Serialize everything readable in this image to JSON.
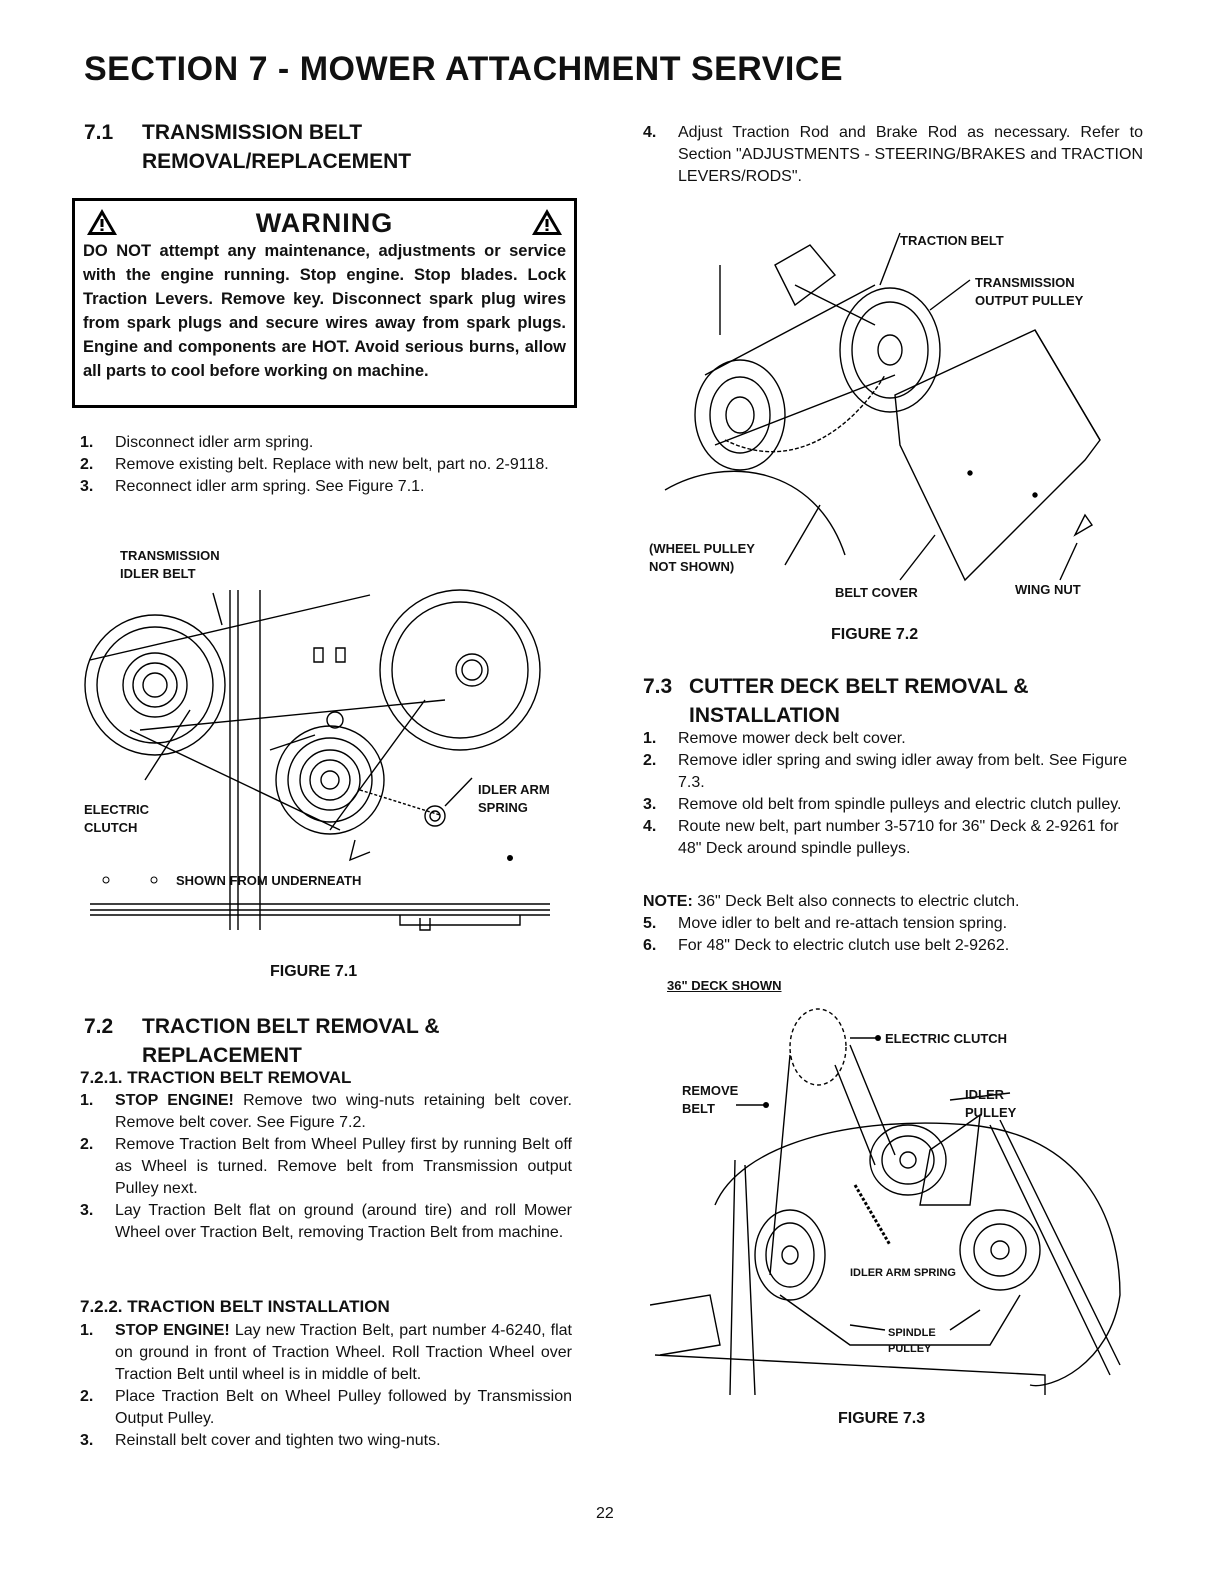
{
  "page_title": "SECTION 7 - MOWER ATTACHMENT SERVICE",
  "s71": {
    "num": "7.1",
    "title_line1": "TRANSMISSION BELT",
    "title_line2": "REMOVAL/REPLACEMENT"
  },
  "warning": {
    "title": "WARNING",
    "text": "DO NOT attempt any maintenance, adjustments or service with the engine running. Stop engine. Stop blades. Lock Traction Levers. Remove key. Disconnect spark plug wires from spark plugs and secure wires away from spark plugs. Engine and components are HOT. Avoid serious burns, allow all parts to cool before working on machine."
  },
  "s71_steps": [
    {
      "n": "1.",
      "text": "Disconnect idler arm spring."
    },
    {
      "n": "2.",
      "text": "Remove existing belt. Replace with new belt, part no. 2-9118."
    },
    {
      "n": "3.",
      "text": "Reconnect idler arm spring. See Figure 7.1."
    }
  ],
  "fig71": {
    "label_trans1": "TRANSMISSION",
    "label_trans2": "IDLER BELT",
    "label_clutch1": "ELECTRIC",
    "label_clutch2": "CLUTCH",
    "label_idler1": "IDLER ARM",
    "label_idler2": "SPRING",
    "label_shown": "SHOWN FROM UNDERNEATH",
    "caption": "FIGURE 7.1"
  },
  "s72": {
    "num": "7.2",
    "title_line1": "TRACTION BELT REMOVAL &",
    "title_line2": "REPLACEMENT",
    "sub1": "7.2.1.   TRACTION BELT REMOVAL",
    "sub1_steps": [
      {
        "n": "1.",
        "lead": "STOP ENGINE!",
        "text": " Remove two wing-nuts retaining belt cover. Remove belt cover.  See Figure 7.2."
      },
      {
        "n": "2.",
        "lead": "",
        "text": "Remove Traction Belt from Wheel Pulley first by running Belt off as Wheel is turned. Remove belt from Transmission output Pulley next."
      },
      {
        "n": "3.",
        "lead": "",
        "text": "Lay Traction Belt flat on ground (around tire) and roll Mower Wheel over Traction Belt, removing Traction Belt from machine."
      }
    ],
    "sub2": "7.2.2.   TRACTION BELT INSTALLATION",
    "sub2_steps": [
      {
        "n": "1.",
        "lead": "STOP ENGINE!",
        "text": "  Lay new Traction Belt, part number 4-6240, flat on ground in front of Traction Wheel. Roll Traction Wheel over Traction Belt until wheel is in middle of belt."
      },
      {
        "n": "2.",
        "lead": "",
        "text": "Place Traction Belt on Wheel Pulley followed by Transmission Output Pulley."
      },
      {
        "n": "3.",
        "lead": "",
        "text": "Reinstall belt cover and tighten two wing-nuts."
      }
    ]
  },
  "right_step4": {
    "n": "4.",
    "text": "Adjust Traction Rod and Brake Rod as necessary. Refer to Section \"ADJUSTMENTS - STEERING/BRAKES and TRACTION LEVERS/RODS\"."
  },
  "fig72": {
    "label_traction": "TRACTION BELT",
    "label_output1": "TRANSMISSION",
    "label_output2": "OUTPUT PULLEY",
    "label_wheel1": "(WHEEL PULLEY",
    "label_wheel2": "NOT SHOWN)",
    "label_cover": "BELT COVER",
    "label_wing": "WING NUT",
    "caption": "FIGURE 7.2"
  },
  "s73": {
    "num": "7.3",
    "title_line1": "CUTTER DECK BELT REMOVAL &",
    "title_line2": "INSTALLATION",
    "steps": [
      {
        "n": "1.",
        "text": "Remove mower deck belt cover."
      },
      {
        "n": "2.",
        "text": "Remove idler spring and swing idler away from belt. See Figure 7.3."
      },
      {
        "n": "3.",
        "text": "Remove old belt from spindle pulleys and electric clutch pulley."
      },
      {
        "n": "4.",
        "text": "Route new belt, part number 3-5710 for 36\" Deck & 2-9261 for 48\" Deck around spindle pulleys."
      }
    ],
    "note_lead": "NOTE:",
    "note_text": " 36\" Deck Belt also connects to electric clutch.",
    "steps2": [
      {
        "n": "5.",
        "text": "Move idler to belt and re-attach tension spring."
      },
      {
        "n": "6.",
        "text": "For 48\" Deck to electric clutch use belt 2-9262."
      }
    ]
  },
  "fig73": {
    "deck_shown": "36\" DECK SHOWN",
    "label_clutch": "ELECTRIC CLUTCH",
    "label_remove1": "REMOVE",
    "label_remove2": "BELT",
    "label_idler1": "IDLER",
    "label_idler2": "PULLEY",
    "label_spring": "IDLER ARM SPRING",
    "label_spindle1": "SPINDLE",
    "label_spindle2": "PULLEY",
    "caption": "FIGURE 7.3"
  },
  "page_number": "22"
}
